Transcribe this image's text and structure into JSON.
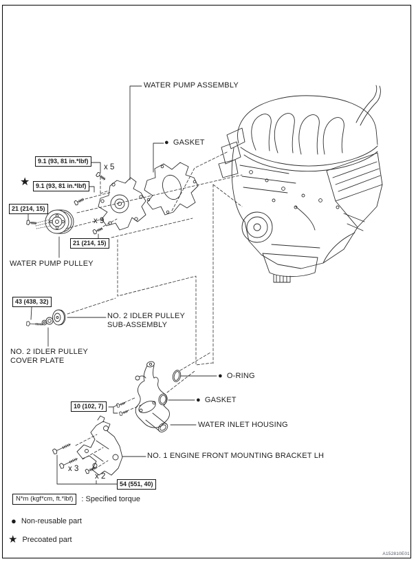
{
  "page": {
    "code": "A152810E01"
  },
  "labels": {
    "water_pump_assembly": "WATER PUMP ASSEMBLY",
    "gasket_upper": "GASKET",
    "water_pump_pulley": "WATER PUMP PULLEY",
    "idler_sub_1": "NO. 2 IDLER PULLEY",
    "idler_sub_2": "SUB-ASSEMBLY",
    "idler_cover_1": "NO. 2 IDLER PULLEY",
    "idler_cover_2": "COVER PLATE",
    "o_ring": "O-RING",
    "gasket_lower": "GASKET",
    "water_inlet_housing": "WATER INLET HOUSING",
    "mounting_bracket_lh": "NO. 1 ENGINE FRONT MOUNTING BRACKET LH"
  },
  "torque_specs": {
    "bolt_91_plain": "9.1 (93, 81 in.*lbf)",
    "bolt_91_precoated": "9.1 (93, 81 in.*lbf)",
    "bolt_21_pulley": "21 (214, 15)",
    "bolt_21_pump": "21 (214, 15)",
    "bolt_43_idler": "43 (438, 32)",
    "bolt_10_housing": "10 (102, 7)",
    "bolt_54_bracket": "54 (551, 40)"
  },
  "multipliers": {
    "x5": "x 5",
    "x9": "x 9",
    "x3": "x 3",
    "x2": "x 2"
  },
  "legend": {
    "bullet": "●",
    "star": "★",
    "torque_box": "N*m (kgf*cm, ft.*lbf)",
    "torque_desc": ": Specified torque",
    "non_reusable": "Non-reusable part",
    "precoated": "Precoated part"
  }
}
